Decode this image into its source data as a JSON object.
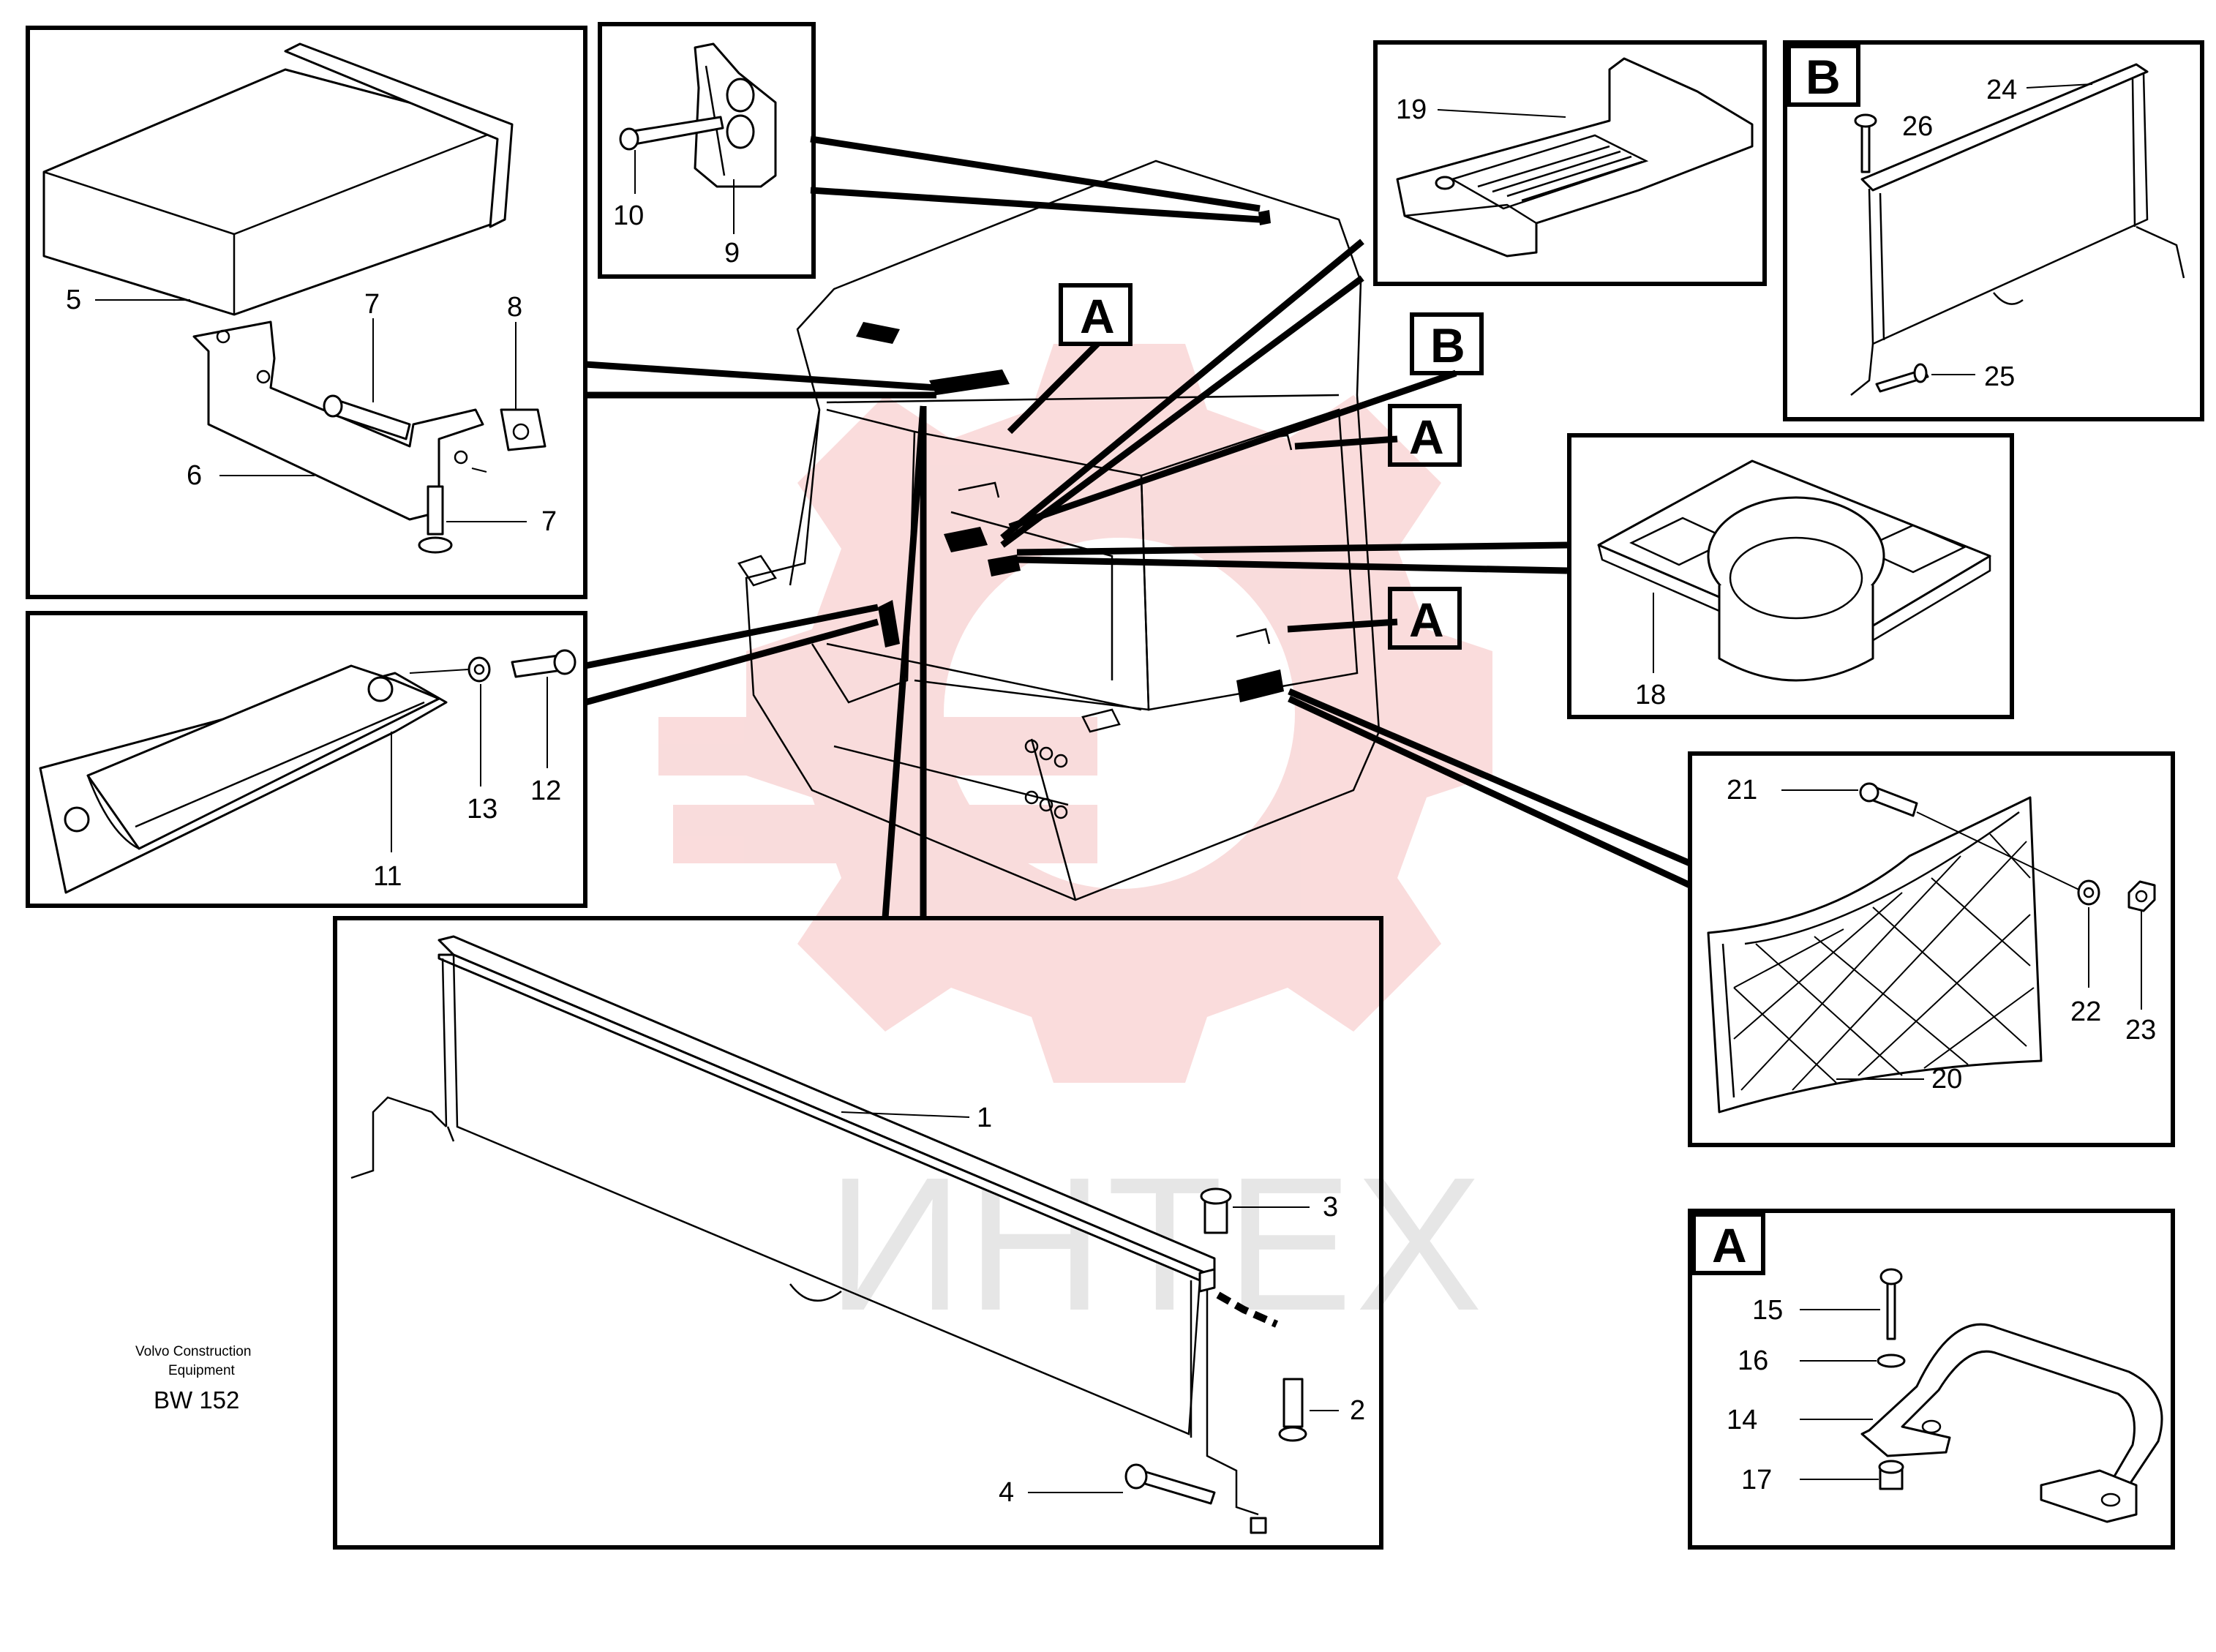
{
  "watermark": {
    "text": "ИНТЕХ",
    "color": "#e6e6e6",
    "gear_color": "#f7d0d0"
  },
  "caption": {
    "line1": "Volvo Construction",
    "line2": "Equipment",
    "code": "BW 152"
  },
  "boxes": {
    "tray": {
      "labels": [
        "5",
        "6",
        "7",
        "7",
        "8"
      ]
    },
    "hook": {
      "labels": [
        "10",
        "9"
      ]
    },
    "shelf": {
      "labels": [
        "19"
      ]
    },
    "detail_b": {
      "tag": "B",
      "labels": [
        "24",
        "26",
        "25"
      ]
    },
    "cupholder": {
      "labels": [
        "18"
      ]
    },
    "handle": {
      "labels": [
        "11",
        "13",
        "12"
      ]
    },
    "net": {
      "labels": [
        "21",
        "22",
        "23",
        "20"
      ]
    },
    "sunblind": {
      "labels": [
        "1",
        "3",
        "2",
        "4"
      ]
    },
    "detail_a": {
      "tag": "A",
      "labels": [
        "15",
        "16",
        "14",
        "17"
      ]
    }
  },
  "callouts": [
    "A",
    "B",
    "A",
    "A"
  ]
}
